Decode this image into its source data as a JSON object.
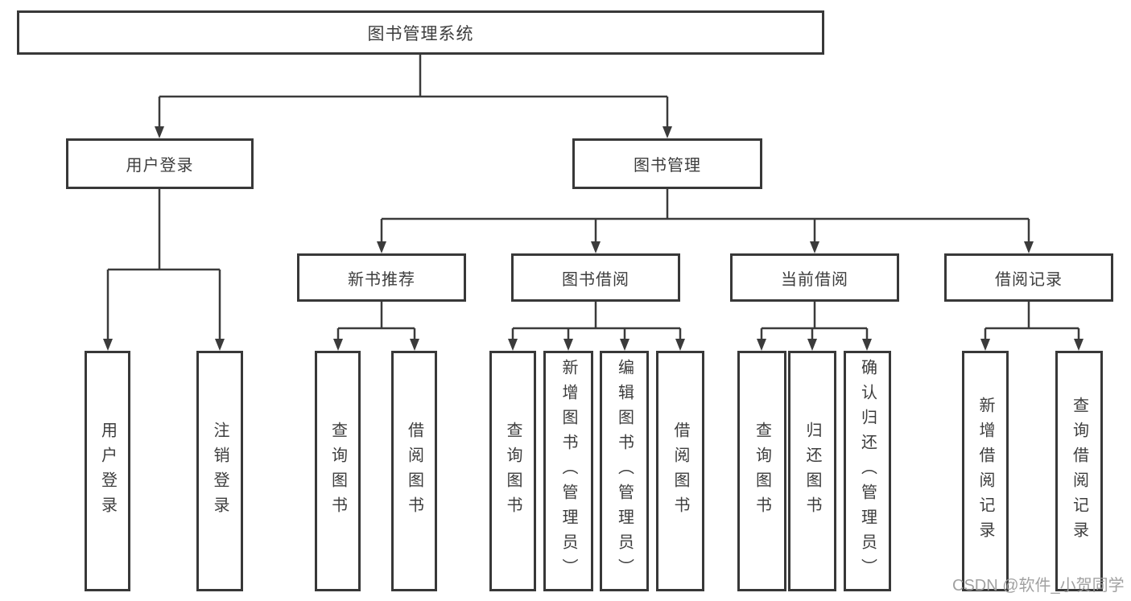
{
  "diagram": {
    "title": "图书管理系统",
    "level1": [
      {
        "label": "用户登录"
      },
      {
        "label": "图书管理"
      }
    ],
    "level2": [
      {
        "label": "新书推荐"
      },
      {
        "label": "图书借阅"
      },
      {
        "label": "当前借阅"
      },
      {
        "label": "借阅记录"
      }
    ],
    "leaves": [
      {
        "label": "用户登录"
      },
      {
        "label": "注销登录"
      },
      {
        "label": "查询图书"
      },
      {
        "label": "借阅图书"
      },
      {
        "label": "查询图书"
      },
      {
        "label": "新增图书（管理员）"
      },
      {
        "label": "编辑图书（管理员）"
      },
      {
        "label": "借阅图书"
      },
      {
        "label": "查询图书"
      },
      {
        "label": "归还图书"
      },
      {
        "label": "确认归还（管理员）"
      },
      {
        "label": "新增借阅记录"
      },
      {
        "label": "查询借阅记录"
      }
    ],
    "colors": {
      "line": "#3b3b3b",
      "border": "#383838",
      "text": "#3d3d3d",
      "background": "#ffffff",
      "watermark": "#9d9d9d"
    },
    "watermark": "CSDN @软件_小贺同学"
  }
}
